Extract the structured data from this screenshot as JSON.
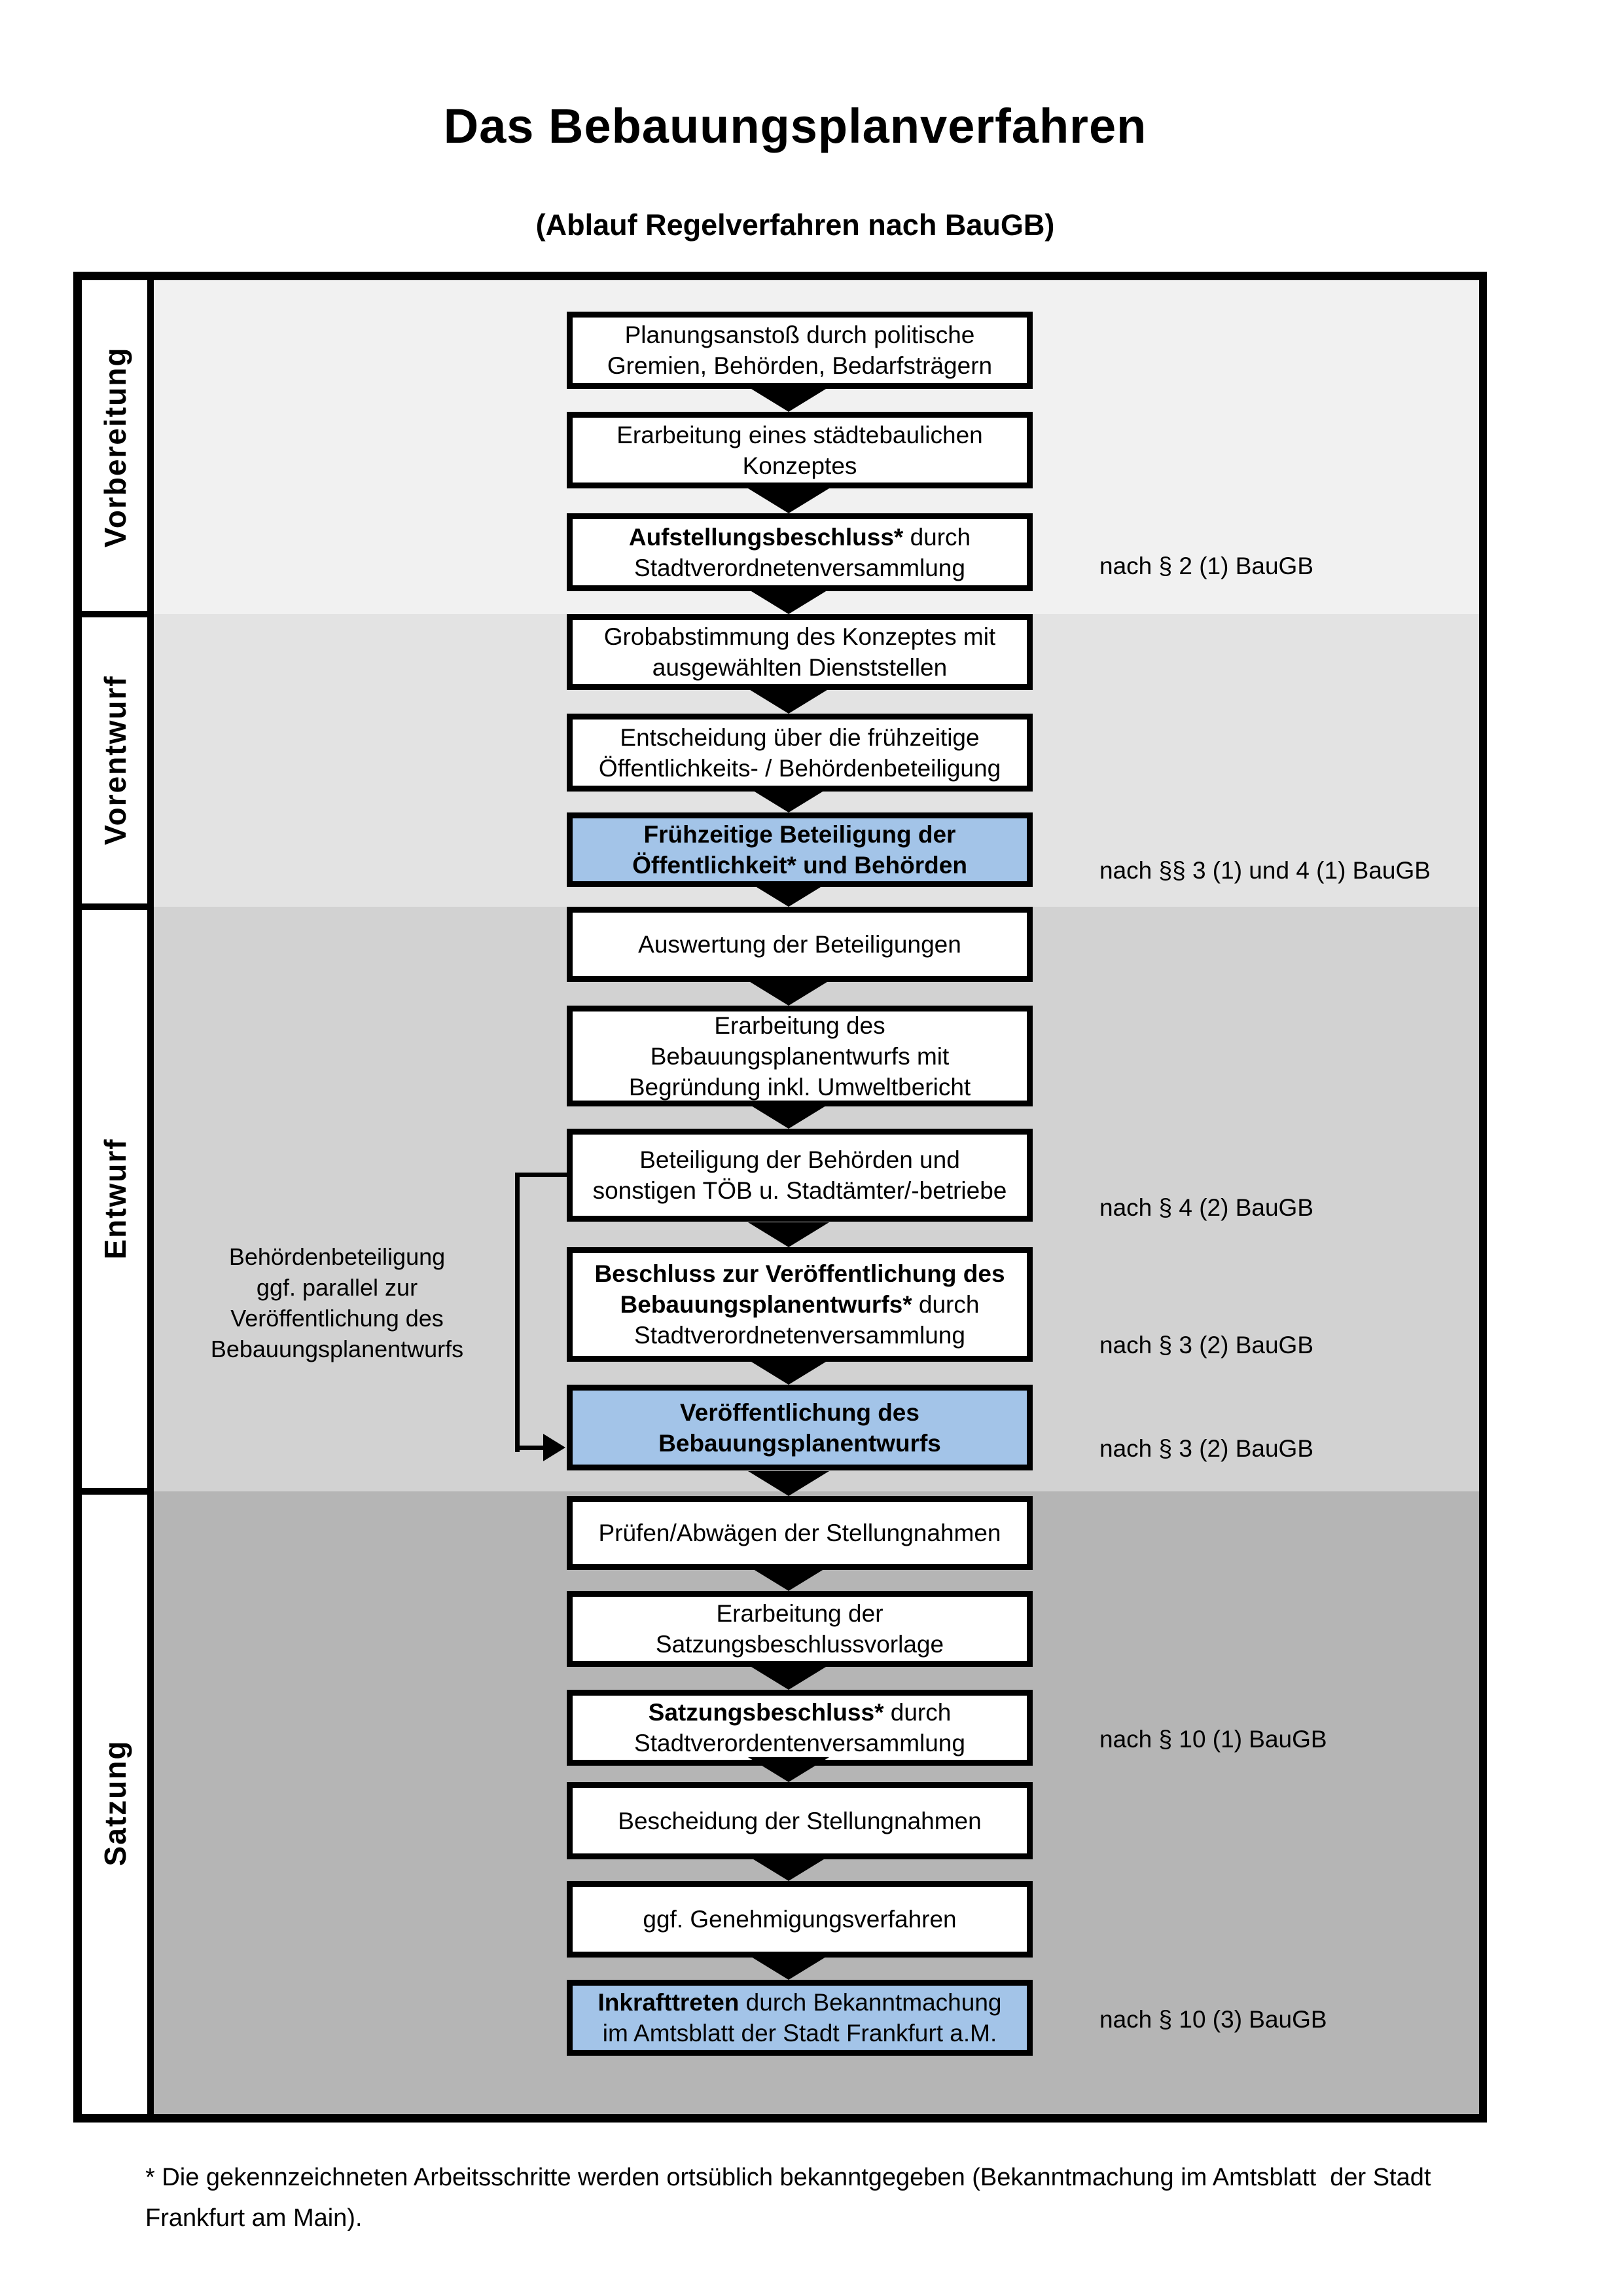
{
  "title": "Das Bebauungsplanverfahren",
  "subtitle": "(Ablauf Regelverfahren nach BauGB)",
  "colors": {
    "highlight_blue": "#a3c4e8",
    "phase_vorbereitung_bg": "#f1f1f1",
    "phase_vorentwurf_bg": "#e3e3e3",
    "phase_entwurf_bg": "#d2d2d2",
    "phase_satzung_bg": "#b5b5b5",
    "border": "#000000"
  },
  "phases": [
    {
      "label": "Vorbereitung"
    },
    {
      "label": "Vorentwurf"
    },
    {
      "label": "Entwurf"
    },
    {
      "label": "Satzung"
    }
  ],
  "steps": [
    {
      "lines": [
        "Planungsanstoß durch politische",
        "Gremien, Behörden, Bedarfsträgern"
      ]
    },
    {
      "lines": [
        "Erarbeitung eines städtebaulichen",
        "Konzeptes"
      ]
    },
    {
      "bold": "Aufstellungsbeschluss*",
      "rest": " durch",
      "line2": "Stadtverordnetenversammlung"
    },
    {
      "lines": [
        "Grobabstimmung des Konzeptes mit",
        "ausgewählten Dienststellen"
      ]
    },
    {
      "lines": [
        "Entscheidung über die frühzeitige",
        "Öffentlichkeits- / Behördenbeteiligung"
      ]
    },
    {
      "lines": [
        "Frühzeitige Beteiligung der",
        "Öffentlichkeit* und Behörden"
      ]
    },
    {
      "lines": [
        "Auswertung der Beteiligungen"
      ]
    },
    {
      "lines": [
        "Erarbeitung des",
        "Bebauungsplanentwurfs mit",
        "Begründung inkl. Umweltbericht"
      ]
    },
    {
      "lines": [
        "Beteiligung der Behörden und",
        "sonstigen TÖB u. Stadtämter/-betriebe"
      ]
    },
    {
      "bold1": "Beschluss zur Veröffentlichung des",
      "bold2": "Bebauungsplanentwurfs*",
      "rest2": " durch",
      "line3": "Stadtverordnetenversammlung"
    },
    {
      "lines": [
        "Veröffentlichung des",
        "Bebauungsplanentwurfs"
      ]
    },
    {
      "lines": [
        "Prüfen/Abwägen der Stellungnahmen"
      ]
    },
    {
      "lines": [
        "Erarbeitung der",
        "Satzungsbeschlussvorlage"
      ]
    },
    {
      "bold": "Satzungsbeschluss*",
      "rest": " durch",
      "line2": "Stadtverordentenversammlung"
    },
    {
      "lines": [
        "Bescheidung der Stellungnahmen"
      ]
    },
    {
      "lines": [
        "ggf. Genehmigungsverfahren"
      ]
    },
    {
      "bold": "Inkrafttreten",
      "rest": " durch Bekanntmachung",
      "line2": "im Amtsblatt der Stadt Frankfurt a.M."
    }
  ],
  "refs": [
    "nach § 2 (1) BauGB",
    "nach §§ 3 (1) und 4 (1) BauGB",
    "nach § 4 (2) BauGB",
    "nach § 3 (2) BauGB",
    "nach § 3 (2) BauGB",
    "nach § 10 (1) BauGB",
    "nach § 10 (3) BauGB"
  ],
  "side_note": {
    "lines": [
      "Behördenbeteiligung",
      "ggf. parallel zur",
      "Veröffentlichung des",
      "Bebauungsplanentwurfs"
    ]
  },
  "footnote": {
    "line1": "* Die gekennzeichneten Arbeitsschritte werden ortsüblich bekanntgegeben (Bekanntmachung im Amtsblatt  der Stadt",
    "line2": "Frankfurt am Main)."
  }
}
